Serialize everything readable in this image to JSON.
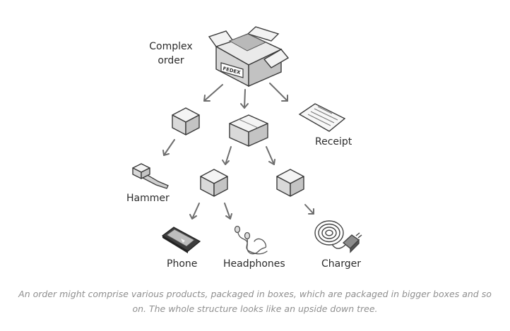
{
  "labels": {
    "complex_order_line1": "Complex",
    "complex_order_line2": "order",
    "fedex": "FEDEX",
    "receipt": "Receipt",
    "hammer": "Hammer",
    "phone": "Phone",
    "headphones": "Headphones",
    "charger": "Charger"
  },
  "caption": "An order might comprise various products, packaged in boxes, which are packaged in bigger boxes and so on. The whole structure looks like an upside down tree.",
  "colors": {
    "arrow": "#6e6e6e",
    "caption": "#8f8f8f",
    "text": "#2b2b2b"
  }
}
